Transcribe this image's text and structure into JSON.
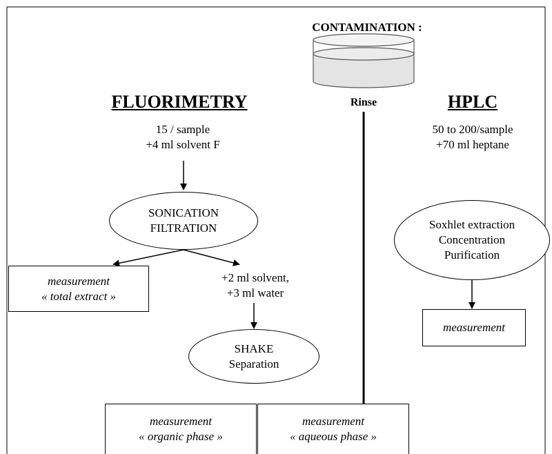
{
  "contamination": {
    "label": "CONTAMINATION :",
    "rinse": "Rinse"
  },
  "fluorimetry": {
    "title": "FLUORIMETRY",
    "line1": "15 / sample",
    "line2": "+4 ml solvent F",
    "sonication": [
      "SONICATION",
      "FILTRATION"
    ],
    "total_extract": [
      "measurement",
      "« total extract »"
    ],
    "solvent_water": [
      "+2 ml solvent,",
      "+3 ml water"
    ],
    "shake": [
      "SHAKE",
      "Separation"
    ],
    "organic": [
      "measurement",
      "« organic phase »"
    ],
    "aqueous": [
      "measurement",
      "« aqueous phase »"
    ]
  },
  "hplc": {
    "title": "HPLC",
    "line1": "50 to 200/sample",
    "line2": "+70 ml heptane",
    "soxhlet": [
      "Soxhlet extraction",
      "Concentration",
      "Purification"
    ],
    "measurement": "measurement"
  }
}
